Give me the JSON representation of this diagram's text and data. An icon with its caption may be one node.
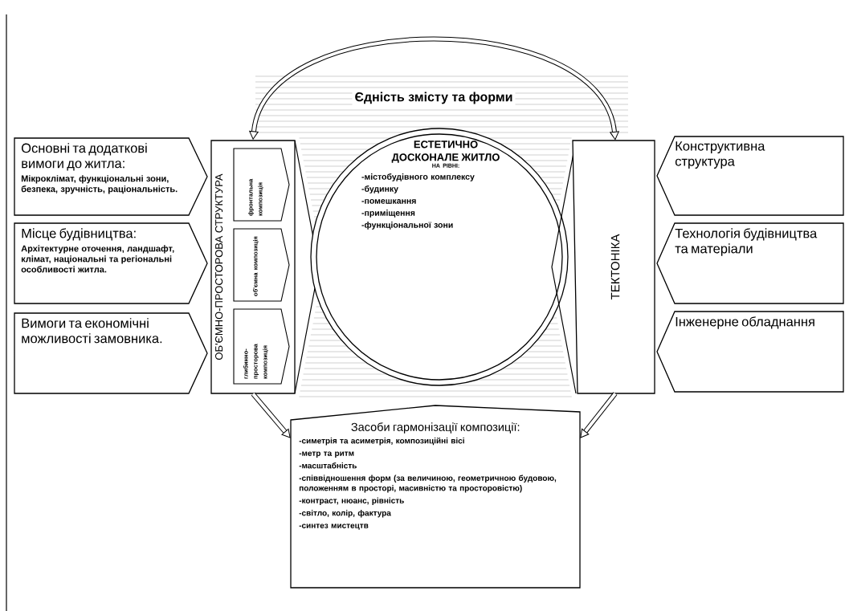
{
  "diagram": {
    "nodes": [
      {
        "text": [
          "Основні та додаткові вимоги до житла:",
          "Мікроклімат, функціональні зони, безпека, зручність, раціональність."
        ]
      },
      {
        "text": [
          "Місце будівництва:",
          "Архітектурне оточення, ландшафт, клімат, національні та регіональні особливості житла."
        ]
      },
      {
        "text": [
          "Вимоги та економічні можливості замовника."
        ]
      },
      {
        "text": [
          "ОБ'ЄМНО-ПРОСТОРОВА СТРУКТУРА"
        ]
      },
      {
        "text": [
          "фронтальна композиція"
        ],
        "in": 3
      },
      {
        "text": [
          "об'ємна композиція"
        ],
        "in": 3
      },
      {
        "text": [
          "глибинно-просторова композиція"
        ],
        "in": 3
      },
      {
        "text": [
          "ЕСТЕТИЧНО ДОСКОНАЛЕ ЖИТЛО",
          "НА РІВНІ:",
          "-містобудівного комплексу",
          "-будинку",
          "-помешкання",
          "-приміщення",
          "-функціональної зони"
        ]
      },
      {
        "text": [
          "ТЕКТОНІКА"
        ]
      },
      {
        "text": [
          "Конструктивна структура"
        ]
      },
      {
        "text": [
          "Технологія будівництва та матеріали"
        ]
      },
      {
        "text": [
          "Інженерне обладнання"
        ]
      },
      {
        "text": [
          "Засоби гармонізації композиції:",
          "-симетрія та асиметрія, композиційні вісі",
          "-метр та ритм",
          "-масштабність",
          "-співвідношення форм (за величиною, геометричною будовою, положенням в просторі, масивністю та просторовістю)",
          "-контраст, нюанс, рівність",
          "-світло, колір, фактура",
          "-синтез мистецтв"
        ]
      }
    ],
    "edges": [
      {
        "from": 3,
        "to": 8,
        "arrow": "both"
      },
      {
        "from": 3,
        "to": 12,
        "arrow": "to"
      },
      {
        "from": 8,
        "to": 12,
        "arrow": "to"
      }
    ],
    "labels": [
      "Єдність змісту та форми"
    ]
  }
}
